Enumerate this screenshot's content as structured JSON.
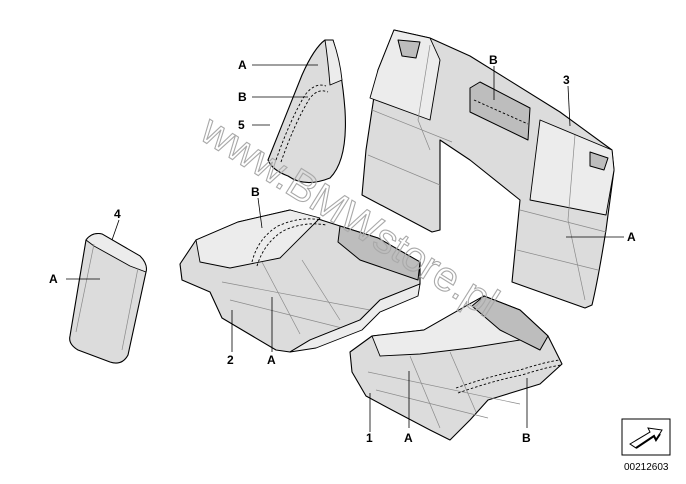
{
  "watermark": "www.BMWstore.pl",
  "document_number": "00212603",
  "callouts": {
    "part1": "1",
    "part2": "2",
    "part3": "3",
    "part4": "4",
    "part5": "5",
    "A": "A",
    "B": "B"
  },
  "icons": {
    "orientation": "arrow-icon"
  }
}
